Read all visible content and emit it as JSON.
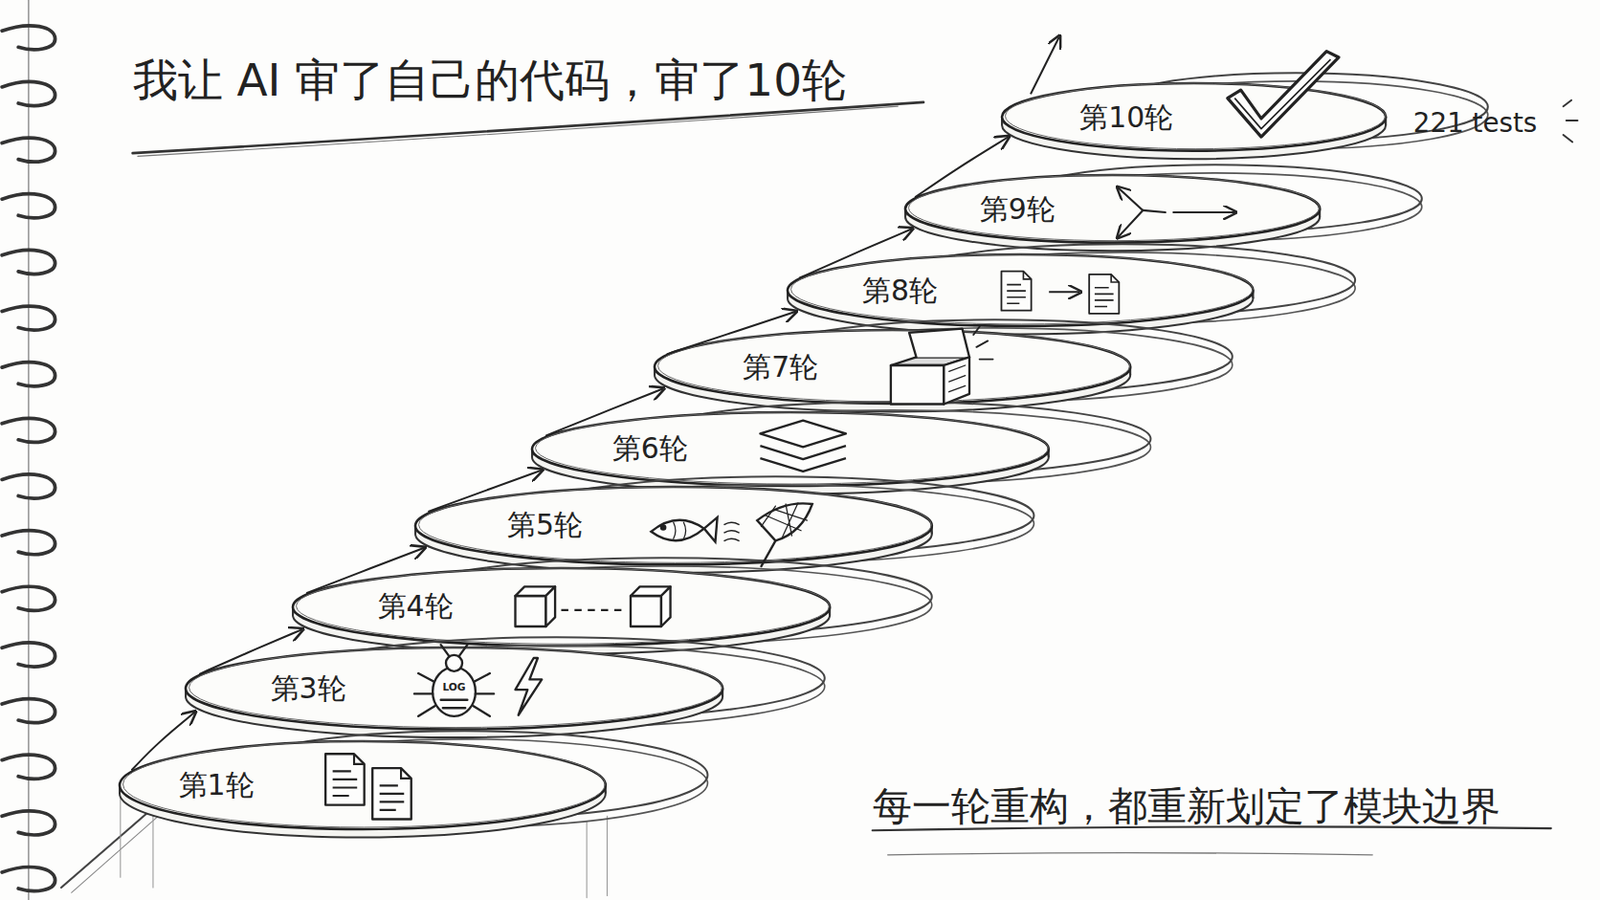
{
  "diagram": {
    "title": "我让 AI 审了自己的代码，审了10轮",
    "caption": "每一轮重构，都重新划定了模块边界",
    "nodes": [
      {
        "text": [
          "第1轮"
        ]
      },
      {
        "text": [
          "第3轮"
        ]
      },
      {
        "text": [
          "第4轮"
        ]
      },
      {
        "text": [
          "第5轮"
        ]
      },
      {
        "text": [
          "第6轮"
        ]
      },
      {
        "text": [
          "第7轮"
        ]
      },
      {
        "text": [
          "第8轮"
        ]
      },
      {
        "text": [
          "第9轮"
        ]
      },
      {
        "text": [
          "第10轮"
        ]
      }
    ],
    "edges": [
      {
        "from": 0,
        "to": 1,
        "arrow": "to"
      },
      {
        "from": 1,
        "to": 2,
        "arrow": "to"
      },
      {
        "from": 2,
        "to": 3,
        "arrow": "to"
      },
      {
        "from": 3,
        "to": 4,
        "arrow": "to"
      },
      {
        "from": 4,
        "to": 5,
        "arrow": "to"
      },
      {
        "from": 5,
        "to": 6,
        "arrow": "to"
      },
      {
        "from": 6,
        "to": 7,
        "arrow": "to"
      },
      {
        "from": 7,
        "to": 8,
        "arrow": "to"
      }
    ],
    "labels": [
      "LOG",
      "221 tests"
    ]
  }
}
